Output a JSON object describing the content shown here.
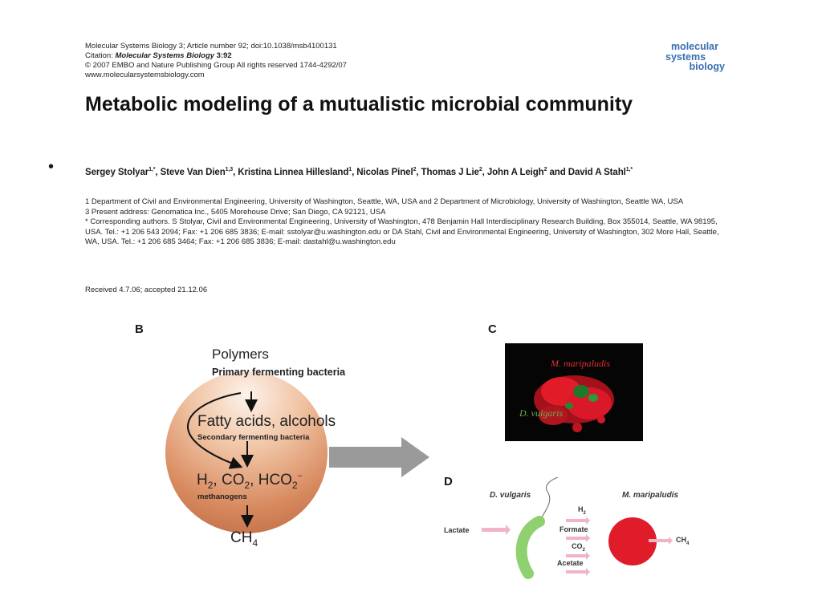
{
  "header": {
    "line1": "Molecular Systems Biology 3; Article number 92; doi:10.1038/msb4100131",
    "citation_prefix": "Citation: ",
    "citation_journal": "Molecular Systems Biology",
    "citation_suffix": " 3:92",
    "line3": "© 2007 EMBO and Nature Publishing Group   All rights reserved 1744-4292/07",
    "line4": "www.molecularsystemsbiology.com"
  },
  "logo": {
    "line1": "molecular",
    "line2": "systems",
    "line3": "biology",
    "color": "#3a6fb0"
  },
  "title": "Metabolic modeling of a mutualistic microbial community",
  "bullet": "•",
  "authors": "Sergey Stolyar1,*, Steve Van Dien1,3, Kristina Linnea Hillesland1, Nicolas Pinel2, Thomas J Lie2, John A Leigh2 and David A Stahl1,*",
  "affiliations": {
    "a1": "1  Department of Civil and Environmental Engineering, University of Washington, Seattle, WA, USA and 2  Department of Microbiology, University of Washington, Seattle WA, USA",
    "a3": "3  Present address: Genomatica Inc., 5405 Morehouse Drive; San Diego, CA 92121, USA",
    "corr": "*  Corresponding authors. S Stolyar, Civil and Environmental Engineering, University of Washington, 478 Benjamin Hall Interdisciplinary Research Building, Box 355014, Seattle, WA 98195, USA. Tel.: +1 206 543 2094; Fax: +1 206 685 3836; E-mail: sstolyar@u.washington.edu or DA Stahl, Civil and Environmental Engineering, University of Washington, 302 More Hall, Seattle, WA, USA. Tel.: +1 206 685 3464; Fax: +1 206 685 3836; E-mail: dastahl@u.washington.edu"
  },
  "received": "Received 4.7.06; accepted 21.12.06",
  "figure": {
    "panel_b": {
      "label": "B",
      "polymers": "Polymers",
      "primary": "Primary fermenting bacteria",
      "fatty": "Fatty acids, alcohols",
      "secondary": "Secondary fermenting bacteria",
      "gases": "H2, CO2, HCO2−",
      "methanogens": "methanogens",
      "ch4": "CH4"
    },
    "panel_c": {
      "label": "C",
      "mm": "M. maripaludis",
      "dv": "D. vulgaris"
    },
    "panel_d": {
      "label": "D",
      "dv": "D. vulgaris",
      "mm": "M. maripaludis",
      "lactate": "Lactate",
      "h2": "H2",
      "formate": "Formate",
      "co2": "CO2",
      "acetate": "Acetate",
      "ch4": "CH4"
    },
    "colors": {
      "circle": "#d88a5f",
      "arrow": "#9a9a9a",
      "dv_cell": "#8fd16e",
      "mm_cell": "#e01b2a",
      "flux_arrow": "#f1b4c4"
    }
  }
}
